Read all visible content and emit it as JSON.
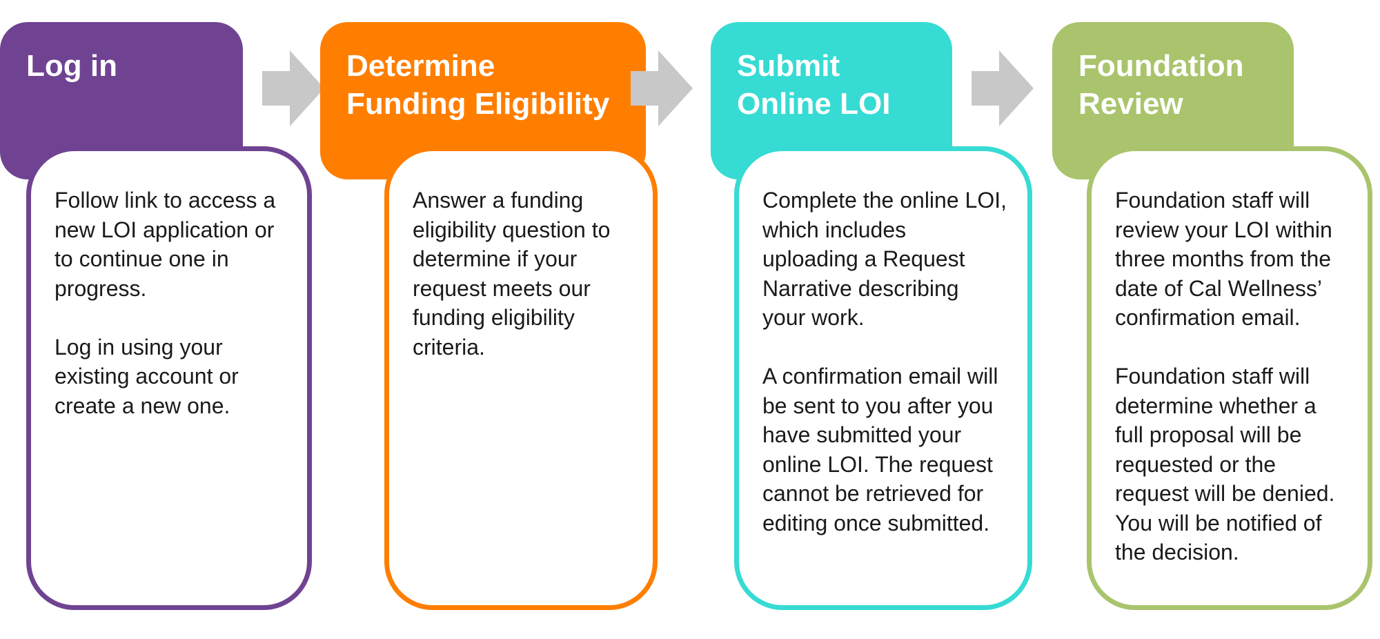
{
  "steps": [
    {
      "title_lines": [
        "Log in"
      ],
      "color": "#6f4391",
      "paragraphs": [
        "Follow link to access a new LOI application or to continue one in progress.",
        "Log in using your existing account or create a new one."
      ]
    },
    {
      "title_lines": [
        "Determine",
        "Funding Eligibility"
      ],
      "color": "#ff7e00",
      "paragraphs": [
        "Answer a funding eligibility question to determine if your request meets our funding eligibility criteria."
      ]
    },
    {
      "title_lines": [
        "Submit",
        "Online LOI"
      ],
      "color": "#36dbd3",
      "paragraphs": [
        "Complete the online LOI, which includes uploading a Request Narrative describing your work.",
        "A confirmation email will be sent to you after you have submitted your online LOI. The request cannot be retrieved for editing once submitted."
      ]
    },
    {
      "title_lines": [
        "Foundation",
        "Review"
      ],
      "color": "#a9c46c",
      "paragraphs": [
        "Foundation staff will review your LOI within three months from the date of Cal Wellness’ confirmation email.",
        "Foundation staff will determine whether a full proposal will be requested or the request will be denied. You will be notified of the decision."
      ]
    }
  ],
  "arrow_color": "#c8c8c8"
}
